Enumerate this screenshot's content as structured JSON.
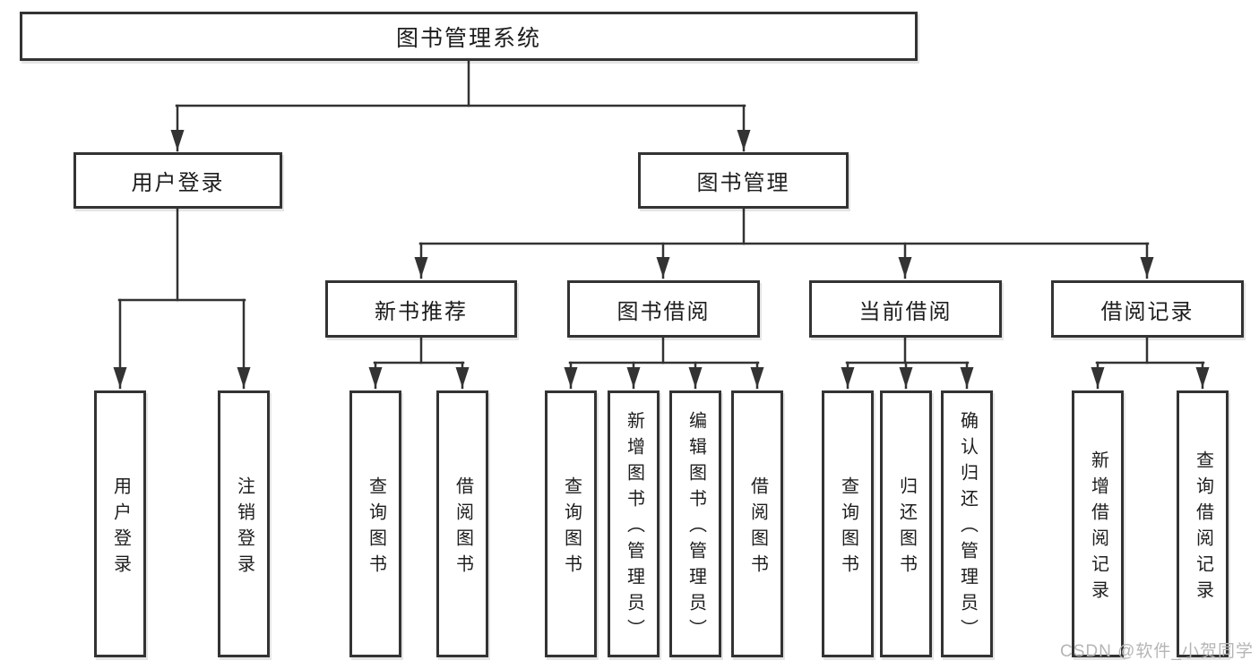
{
  "diagram": {
    "root": "图书管理系统",
    "level2": {
      "user_login": "用户登录",
      "book_mgmt": "图书管理"
    },
    "level3": {
      "new_books": "新书推荐",
      "borrowing": "图书借阅",
      "current": "当前借阅",
      "records": "借阅记录"
    },
    "leaves": {
      "user_login": [
        "用户登录",
        "注销登录"
      ],
      "new_books": [
        "查询图书",
        "借阅图书"
      ],
      "borrowing": [
        "查询图书",
        "新增图书（管理员）",
        "编辑图书（管理员）",
        "借阅图书"
      ],
      "current": [
        "查询图书",
        "归还图书",
        "确认归还（管理员）"
      ],
      "records": [
        "新增借阅记录",
        "查询借阅记录"
      ]
    }
  },
  "watermark": "CSDN @软件_小贺同学",
  "colors": {
    "line": "#333333",
    "border": "#333333",
    "text": "#1d1d1d",
    "watermark": "#b5b5b5",
    "background": "#ffffff"
  }
}
